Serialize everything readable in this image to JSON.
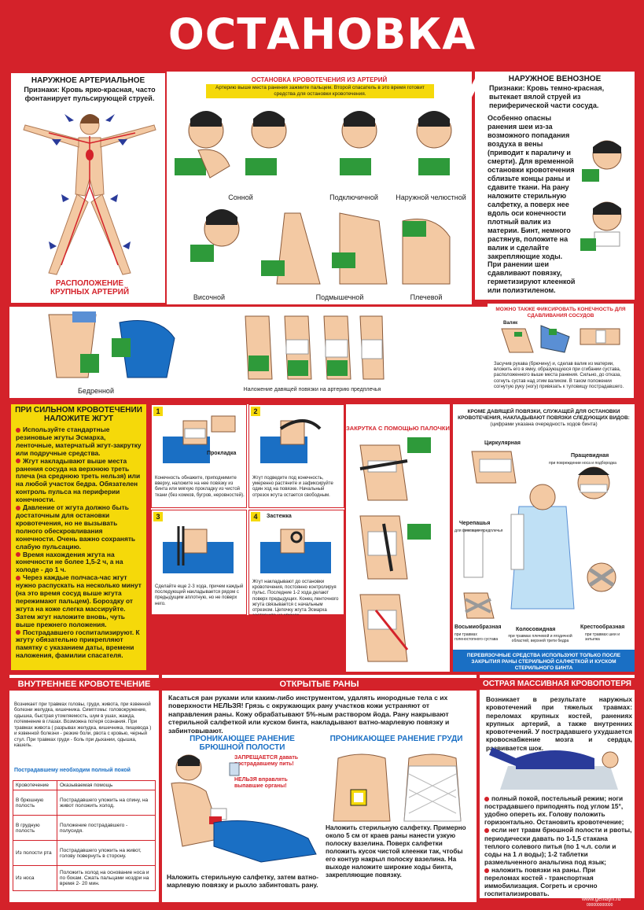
{
  "title": "ОСТАНОВКА КРОВОТЕЧЕНИЯ",
  "arterial": {
    "heading": "НАРУЖНОЕ АРТЕРИАЛЬНОЕ",
    "signs": "Признаки: Кровь ярко-красная, часто фонтанирует пульсирующей струей.",
    "caption": "РАСПОЛОЖЕНИЕ КРУПНЫХ АРТЕРИЙ"
  },
  "artery_stop": {
    "heading": "ОСТАНОВКА КРОВОТЕЧЕНИЯ ИЗ АРТЕРИЙ",
    "subtitle": "Артерию выше места ранения зажмите пальцем. Второй спасатель в это время готовит средства для остановки кровотечения.",
    "labels": [
      "Сонной",
      "Подключичной",
      "Наружной челюстной",
      "Височной",
      "Подмышечной",
      "Плечевой",
      "Бедренной"
    ],
    "forearm_caption": "Наложение давящей повязки на артерию предплечья"
  },
  "venous": {
    "heading": "НАРУЖНОЕ ВЕНОЗНОЕ",
    "signs": "Признаки: Кровь темно-красная, вытекает вялой струей из периферической части сосуда.",
    "body": "Особенно опасны ранения шеи из-за возможного попадания воздуха в вены (приводит к параличу и смерти). Для временной остановки кровотечения сблизьте концы раны и сдавите ткани. На рану наложите стерильную салфетку, а поверх нее вдоль оси конечности плотный валик из материи. Бинт, немного растянув, положите на валик и сделайте закрепляющие ходы. При ранении шеи сдавливают повязку, герметизируют клеенкой или полиэтиленом."
  },
  "fixation": {
    "heading": "МОЖНО ТАКЖЕ ФИКСИРОВАТЬ КОНЕЧНОСТЬ ДЛЯ СДАВЛИВАНИЯ СОСУДОВ",
    "valik": "Валик",
    "body": "Засучив рукава (брючину) и, сделав валик из материи, вложить его в ямку, образующуюся при сгибании сустава, расположенного выше места ранения. Сильно, до отказа, согнуть сустав над этим валиком. В таком положении согнутую руку (ногу) привязать к туловищу пострадавшего."
  },
  "tourniquet": {
    "heading": "ПРИ СИЛЬНОМ КРОВОТЕЧЕНИИ НАЛОЖИТЕ ЖГУТ",
    "items": [
      "Используйте стандартные резиновые жгуты Эсмарха, ленточные, матерчатый жгут-закрутку или подручные средства.",
      "Жгут накладывают выше места ранения сосуда на верхнюю треть плеча (на среднюю треть нельзя) или на любой участок бедра. Обязателен контроль пульса на периферии конечности.",
      "Давление от жгута должно быть достаточным для остановки кровотечения, но не вызывать полного обескровливания конечности. Очень важно сохранять слабую пульсацию.",
      "Время нахождения жгута на конечности не более 1,5-2 ч, а на холоде - до 1 ч.",
      "Через каждые полчаса-час жгут нужно распускать на несколько минут (на это время сосуд выше жгута пережимают пальцем). Бороздку от жгута на коже слегка массируйте. Затем жгут наложите вновь, чуть выше прежнего положения.",
      "Пострадавшего госпитализируют. К жгуту обязательно прикрепляют памятку с указанием даты, времени наложения, фамилии спасателя."
    ],
    "steps": [
      {
        "n": "1",
        "label": "Прокладка",
        "text": "Конечность обнажите, приподнимите вверху, наложите на нее повязку из бинта или мягкую прокладку из чистой ткани (без комков, бугров, неровностей)."
      },
      {
        "n": "2",
        "label": "",
        "text": "Жгут подведите под конечность, умеренно растяните и зафиксируйте один ход на повязке. Начальный отрезок жгута остается свободным."
      },
      {
        "n": "3",
        "label": "",
        "text": "Сделайте еще 2-3 хода, причем каждый последующий накладывается рядом с предыдущим аплотную, но не поверх него."
      },
      {
        "n": "4",
        "label": "Застежка",
        "text": "Жгут накладывают до остановки кровотечения, постоянно контролируя пульс. Последние 1-2 хода делают поверх предыдущих. Конец ленточного жгута связывается с начальным отрезком. Цепочку жгута Эсмарха застегните на крючок."
      }
    ],
    "twist_heading": "ЗАКРУТКА С ПОМОЩЬЮ ПАЛОЧКИ"
  },
  "bandages": {
    "heading": "КРОМЕ ДАВЯЩЕЙ ПОВЯЗКИ, СЛУЖАЩЕЙ ДЛЯ ОСТАНОВКИ КРОВОТЕЧЕНИЯ, НАКЛАДЫВАЮТ ПОВЯЗКИ СЛЕДУЮЩИХ ВИДОВ:",
    "heading_note": "(цифрами указана очередность ходов бинта)",
    "types": [
      {
        "name": "Циркулярная",
        "note": ""
      },
      {
        "name": "Пращевидная",
        "note": "при повреждении носа и подбородка"
      },
      {
        "name": "Черепашья",
        "note": "для фиксации предплечья"
      },
      {
        "name": "Восьмиобразная",
        "note": "при травмах голеностопного сустава"
      },
      {
        "name": "Колосовидная",
        "note": "при травмах плечевой и ягодичной областей, верхней трети бедра"
      },
      {
        "name": "Крестообразная",
        "note": "при травмах шеи и затылка"
      }
    ],
    "footer": "ПЕРЕВЯЗОЧНЫЕ СРЕДСТВА ИСПОЛЬЗУЮТ ТОЛЬКО ПОСЛЕ ЗАКРЫТИЯ РАНЫ СТЕРИЛЬНОЙ САЛФЕТКОЙ И КУСКОМ СТЕРИЛЬНОГО БИНТА"
  },
  "internal": {
    "heading": "ВНУТРЕННЕЕ КРОВОТЕЧЕНИЕ",
    "body": "Возникает при травмах головы, груди, живота, при язвенной болезни желудка, кишечника. Симптомы: головокружение, одышка, быстрая утомляемость, шум в ушах, жажда, потемнение в глазах. Возможна потеря сознания. При травмах живота ( разрывах желудка, кишечника, пищевода ) и язвенной болезни - резкие боли, рвота с кровью, черный стул. При травмах груди - боль при дыхании, одышка, кашель.",
    "rest": "Пострадавшему необходим полный покой",
    "table_head": [
      "Кровотечение",
      "Оказываемая помощь"
    ],
    "rows": [
      [
        "В брюшную полость",
        "Пострадавшего уложить на спину, на живот положить холод."
      ],
      [
        "В грудную полость",
        "Положение пострадавшего - полусидя."
      ],
      [
        "Из полости рта",
        "Пострадавшего уложить на живот, голову повернуть в сторону."
      ],
      [
        "Из носа",
        "Положить холод на основание носа и по бокам. Сжать пальцами ноздри на время 2- 20 мин."
      ]
    ]
  },
  "open_wounds": {
    "heading": "ОТКРЫТЫЕ РАНЫ",
    "body": "Касаться ран руками или каким-либо инструментом, удалять инородные тела с их поверхности НЕЛЬЗЯ! Грязь с окружающих рану участков кожи устраняют от направления раны. Кожу обрабатывают 5%-ным раствором йода. Рану накрывают стерильной салфеткой или куском бинта, накладывают ватно-марлевую повязку и забинтовывают.",
    "abdomen_heading": "ПРОНИКАЮЩЕЕ РАНЕНИЕ БРЮШНОЙ ПОЛОСТИ",
    "no_drink": "ЗАПРЕЩАЕТСЯ давать пострадавшему пить!",
    "no_organs": "НЕЛЬЗЯ вправлять выпавшие органы!",
    "abdomen_text": "Наложить стерильную салфетку, затем ватно-марлевую повязку и рыхло забинтовать рану.",
    "chest_heading": "ПРОНИКАЮЩЕЕ РАНЕНИЕ ГРУДИ",
    "chest_text": "Наложить стерильную салфетку. Примерно около 5 см от краев раны нанести узкую полоску вазелина. Поверх салфетки положить кусок чистой клеенки так, чтобы его контур накрыл полоску вазелина. На выходе наложите широкие ходы бинта, закрепляющие повязку."
  },
  "massive": {
    "heading": "ОСТРАЯ МАССИВНАЯ КРОВОПОТЕРЯ",
    "body": "Возникает в результате наружных кровотечений при тяжелых травмах: переломах крупных костей, ранениях крупных артерий, а также внутренних кровотечений. У пострадавшего ухудшается кровоснабжение мозга и сердца, развивается шок.",
    "items": [
      "полный покой, постельный режим; ноги пострадавшего приподнять под углом 15°, удобно опереть их. Голову положить горизонтально. Остановить кровотечение;",
      "если нет травм брюшной полости и рвоты, периодически давать по 1-1,5 стакана теплого солевого питья (по 1 ч.л. соли и соды на 1 л воды); 1-2 таблетки размельченного анальгина под язык;",
      "наложить повязки на раны. При переломах костей - транспортная иммобилизация. Согреть и срочно госпитализировать."
    ]
  },
  "website": "www.genlayn.ru",
  "code": "000000000000",
  "colors": {
    "red": "#d4222a",
    "yellow": "#f5d90a",
    "blue": "#1a6fc4",
    "green": "#2e9a3a",
    "skin": "#f3c9a3"
  }
}
